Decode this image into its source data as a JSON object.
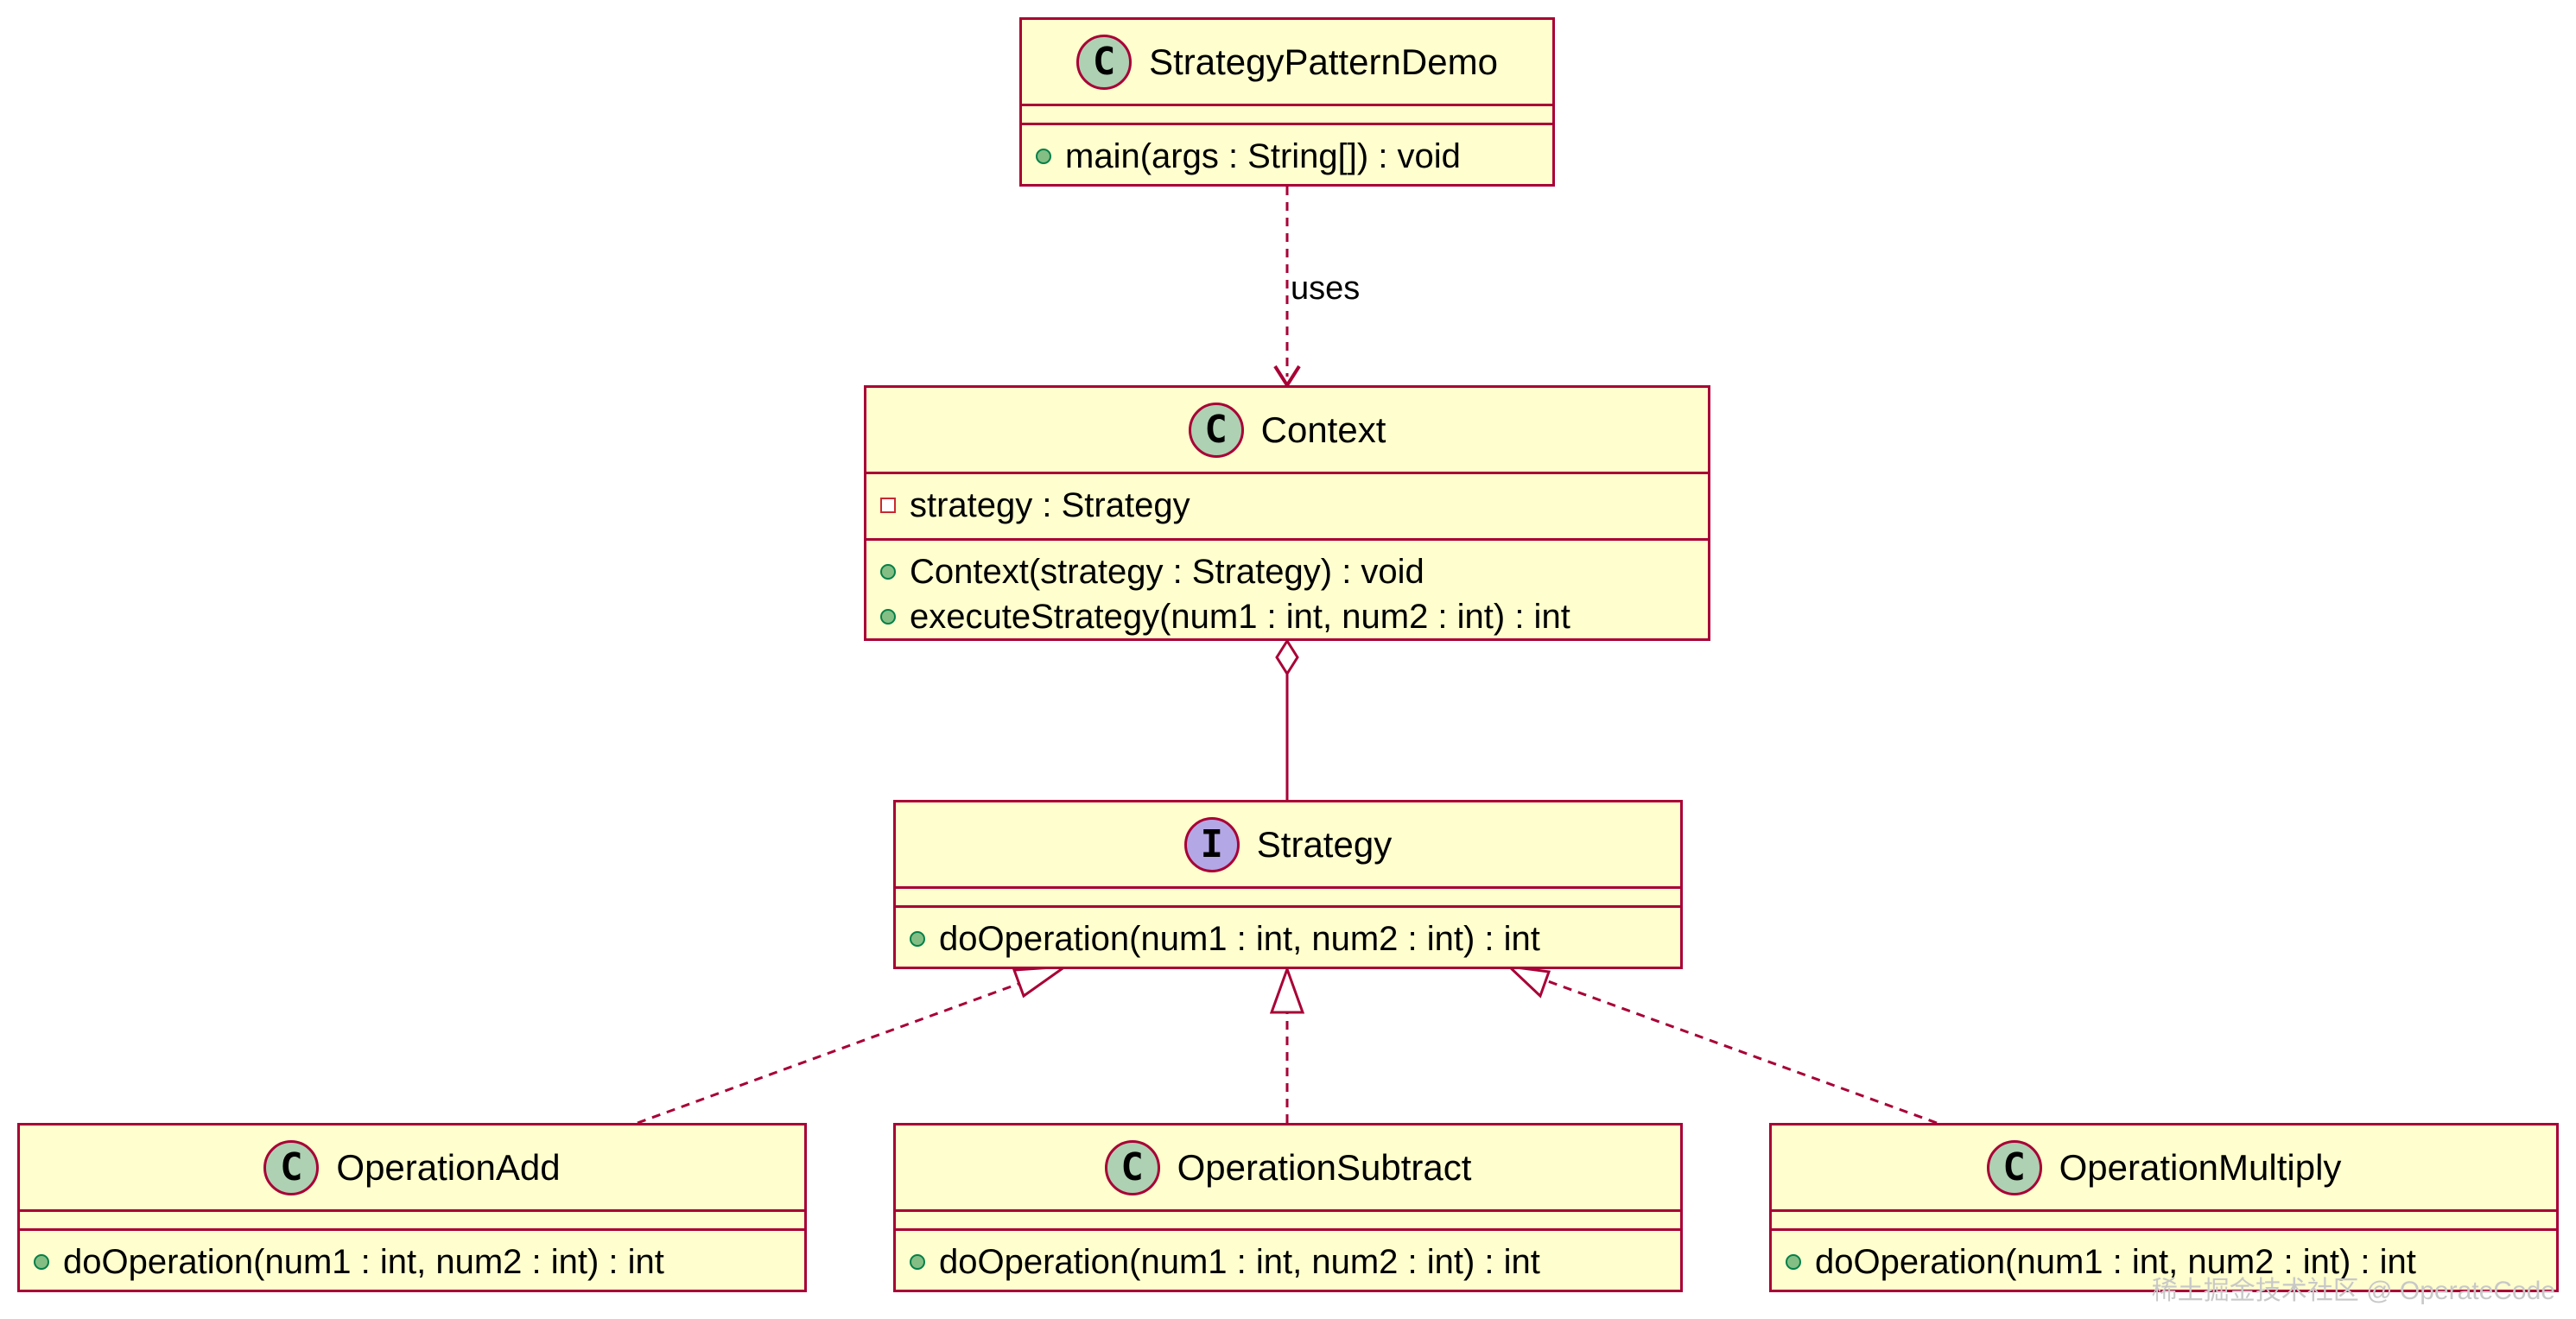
{
  "classes": {
    "demo": {
      "stereotype": "C",
      "name": "StrategyPatternDemo",
      "methods": [
        "main(args : String[]) : void"
      ]
    },
    "context": {
      "stereotype": "C",
      "name": "Context",
      "attributes": [
        "strategy : Strategy"
      ],
      "methods": [
        "Context(strategy : Strategy) : void",
        "executeStrategy(num1 : int, num2 : int) : int"
      ]
    },
    "strategy": {
      "stereotype": "I",
      "name": "Strategy",
      "methods": [
        "doOperation(num1 : int, num2 : int) : int"
      ]
    },
    "add": {
      "stereotype": "C",
      "name": "OperationAdd",
      "methods": [
        "doOperation(num1 : int, num2 : int) : int"
      ]
    },
    "subtract": {
      "stereotype": "C",
      "name": "OperationSubtract",
      "methods": [
        "doOperation(num1 : int, num2 : int) : int"
      ]
    },
    "multiply": {
      "stereotype": "C",
      "name": "OperationMultiply",
      "methods": [
        "doOperation(num1 : int, num2 : int) : int"
      ]
    }
  },
  "relations": {
    "uses_label": "uses"
  },
  "colors": {
    "class_fill": "#fefece",
    "border": "#a80036",
    "class_badge": "#add1b2",
    "interface_badge": "#b4a7e5",
    "public_marker": "#84be84",
    "private_marker": "#c82930"
  },
  "watermark": "稀土掘金技术社区 @ OperateCode"
}
